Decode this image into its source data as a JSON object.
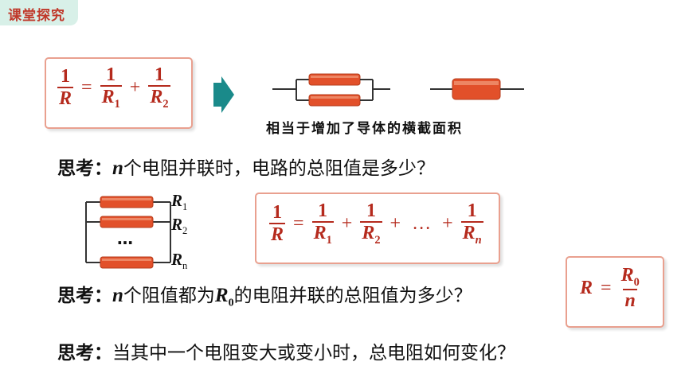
{
  "header": {
    "tag": "课堂探究"
  },
  "formula_two": {
    "lhs_num": "1",
    "lhs_den": "R",
    "eq": "=",
    "t1_num": "1",
    "t1_den": "R",
    "t1_sub": "1",
    "plus": "+",
    "t2_num": "1",
    "t2_den": "R",
    "t2_sub": "2"
  },
  "illustration": {
    "caption": "相当于增加了导体的横截面积"
  },
  "questions": {
    "q1": {
      "label": "思考：",
      "var": "n",
      "text": "个电阻并联时，电路的总阻值是多少？"
    },
    "q2": {
      "label": "思考：",
      "var": "n",
      "text_a": "个阻值都为",
      "r0": "R",
      "r0_sub": "0",
      "text_b": "的电阻并联的总阻值为多少？"
    },
    "q3": {
      "label": "思考：",
      "text": "当其中一个电阻变大或变小时，总电阻如何变化？"
    }
  },
  "circuit": {
    "labels": [
      {
        "var": "R",
        "sub": "1"
      },
      {
        "var": "R",
        "sub": "2"
      },
      {
        "var": "R",
        "sub": "n"
      }
    ],
    "ellipsis": "…"
  },
  "formula_n": {
    "lhs_num": "1",
    "lhs_den": "R",
    "eq": "=",
    "t1_num": "1",
    "t1_den": "R",
    "t1_sub": "1",
    "t2_num": "1",
    "t2_den": "R",
    "t2_sub": "2",
    "plus": "+",
    "dots": "…",
    "tn_num": "1",
    "tn_den": "R",
    "tn_sub": "n"
  },
  "formula_r0": {
    "lhs": "R",
    "eq": "=",
    "num": "R",
    "num_sub": "0",
    "den": "n"
  },
  "colors": {
    "accent": "#b52a1d",
    "box_border": "#e9a08f",
    "tag_bg": "#d8f0e8",
    "arrow": "#1a8a8a",
    "resistor": "#e2502a"
  }
}
